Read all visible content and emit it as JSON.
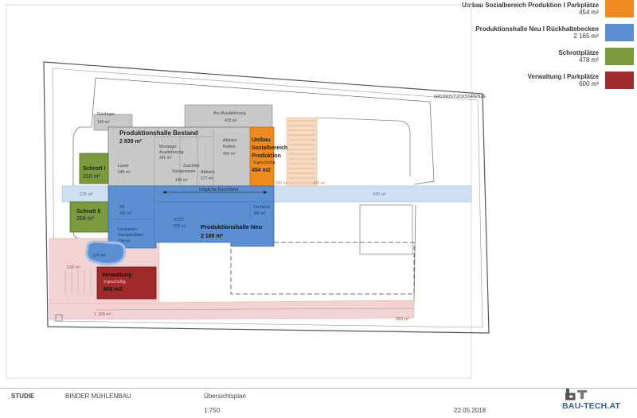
{
  "legend": [
    {
      "title": "Umbau Sozialbereich Produktion I Parkplätze",
      "area": "454 m²",
      "color": "#ee8a1e"
    },
    {
      "title": "Produktionshalle Neu I Rückhaltebecken",
      "area": "2 165 m²",
      "color": "#5b8fd1"
    },
    {
      "title": "Schrottplätze",
      "area": "478 m²",
      "color": "#7a9a3c"
    },
    {
      "title": "Verwaltung I Parkplätze",
      "area": "600 m²",
      "color": "#a12b2a"
    }
  ],
  "plan": {
    "grundstuecksgrenze": "GRUNDSTÜCKSGRENZE",
    "gaslager": "Gaslager",
    "gaslager_area": "145 m²",
    "anlieferung": "An-/Auslieferung",
    "anlieferung_area": "413 m²",
    "halle_bestand": "Produktionshalle Bestand",
    "halle_bestand_area": "2 839 m²",
    "montage": "Montage",
    "auslieferung": "Auslieferung",
    "montage_area": "341 m²",
    "laser": "Laser",
    "laser_area": "545 m²",
    "zuschnitt": "Zuschnitt",
    "stangenware": "Stangenware",
    "zuschnitt_area": "146 m²",
    "abkant": "Abkant",
    "abkant_area": "177 m²",
    "abkant_rollen": "Abkant",
    "abkant_rollen2": "Rollen",
    "abkant_rollen_area": "450 m²",
    "umbau1": "Umbau",
    "umbau2": "Sozialbereich",
    "umbau3": "Produktion",
    "umbau_geschoss": "3-geschoßig",
    "umbau_area": "454 m2",
    "schrott1": "Schrott I",
    "schrott1_area": "210 m²",
    "schrott2": "Schrott II",
    "schrott2_area": "268 m²",
    "road_left_area": "135 m²",
    "road_right_area": "430 m²",
    "durchfahrt": "mögliche Durchfahrt",
    "mid300": "300 m²",
    "right_peach_area": "180 m²",
    "a2": "A2",
    "a2_area": "337 m²",
    "st37": "ST37",
    "st37_area": "975 m²",
    "halle_neu": "Produktionshalle Neu",
    "halle_neu_area": "2 165 m²",
    "dreherei": "Dreherei",
    "dreherei_area": "300 m²",
    "lackieren": "Lackieren",
    "sandstrahlen": "Sandstrahlen",
    "lackieren_area": "228 m²",
    "pond_area": "124 m²",
    "left130": "130 m²",
    "verwaltung": "Verwaltung",
    "verwaltung_geschoss": "3-geschoßig",
    "verwaltung_area": "600 m2",
    "parking_bottom_area": "1 168 m²",
    "bottom_right_area": "350 m²"
  },
  "footer": {
    "studie": "STUDIE",
    "project": "BINDER MÜHLENBAU",
    "plan_title": "Übersichtsplan",
    "scale": "1:750",
    "date": "22.05.2018",
    "logo": "BAU-TECH.AT"
  }
}
